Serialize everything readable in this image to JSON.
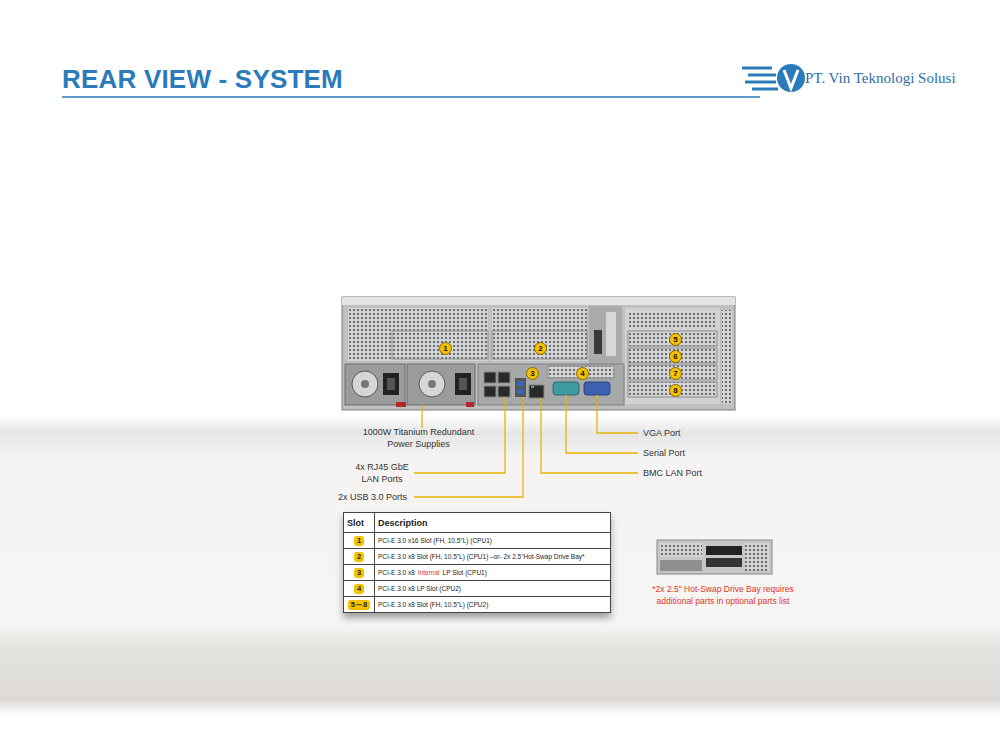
{
  "diagram": {
    "title": "REAR VIEW - SYSTEM",
    "labels": [
      "PT. Vin Teknologi Solusi",
      "1",
      "2",
      "3",
      "4",
      "5",
      "6",
      "7",
      "8",
      "1000W Titanium Redundant Power Supplies",
      "4x RJ45 GbE LAN Ports",
      "2x USB 3.0 Ports",
      "VGA Port",
      "Serial Port",
      "BMC LAN Port",
      "Slot",
      "Description",
      "1",
      "PCI-E 3.0 x16 Slot (FH, 10.5\"L) (CPU1)",
      "2",
      "PCI-E 3.0 x8 Slot (FH, 10.5\"L) (CPU1) –or- 2x 2.5\"Hot-Swap Drive Bay*",
      "3",
      "PCI-E 3.0 x8",
      "Internal",
      "LP Slot (CPU1)",
      "4",
      "PCI-E 3.0 x8 LP Slot (CPU2)",
      "5～8",
      "PCI-E 3.0 x8 Slot (FH, 10.5\"L) (CPU2)",
      "*2x 2.5\" Hot-Swap Drive Bay requires additional parts in optional parts list"
    ]
  }
}
